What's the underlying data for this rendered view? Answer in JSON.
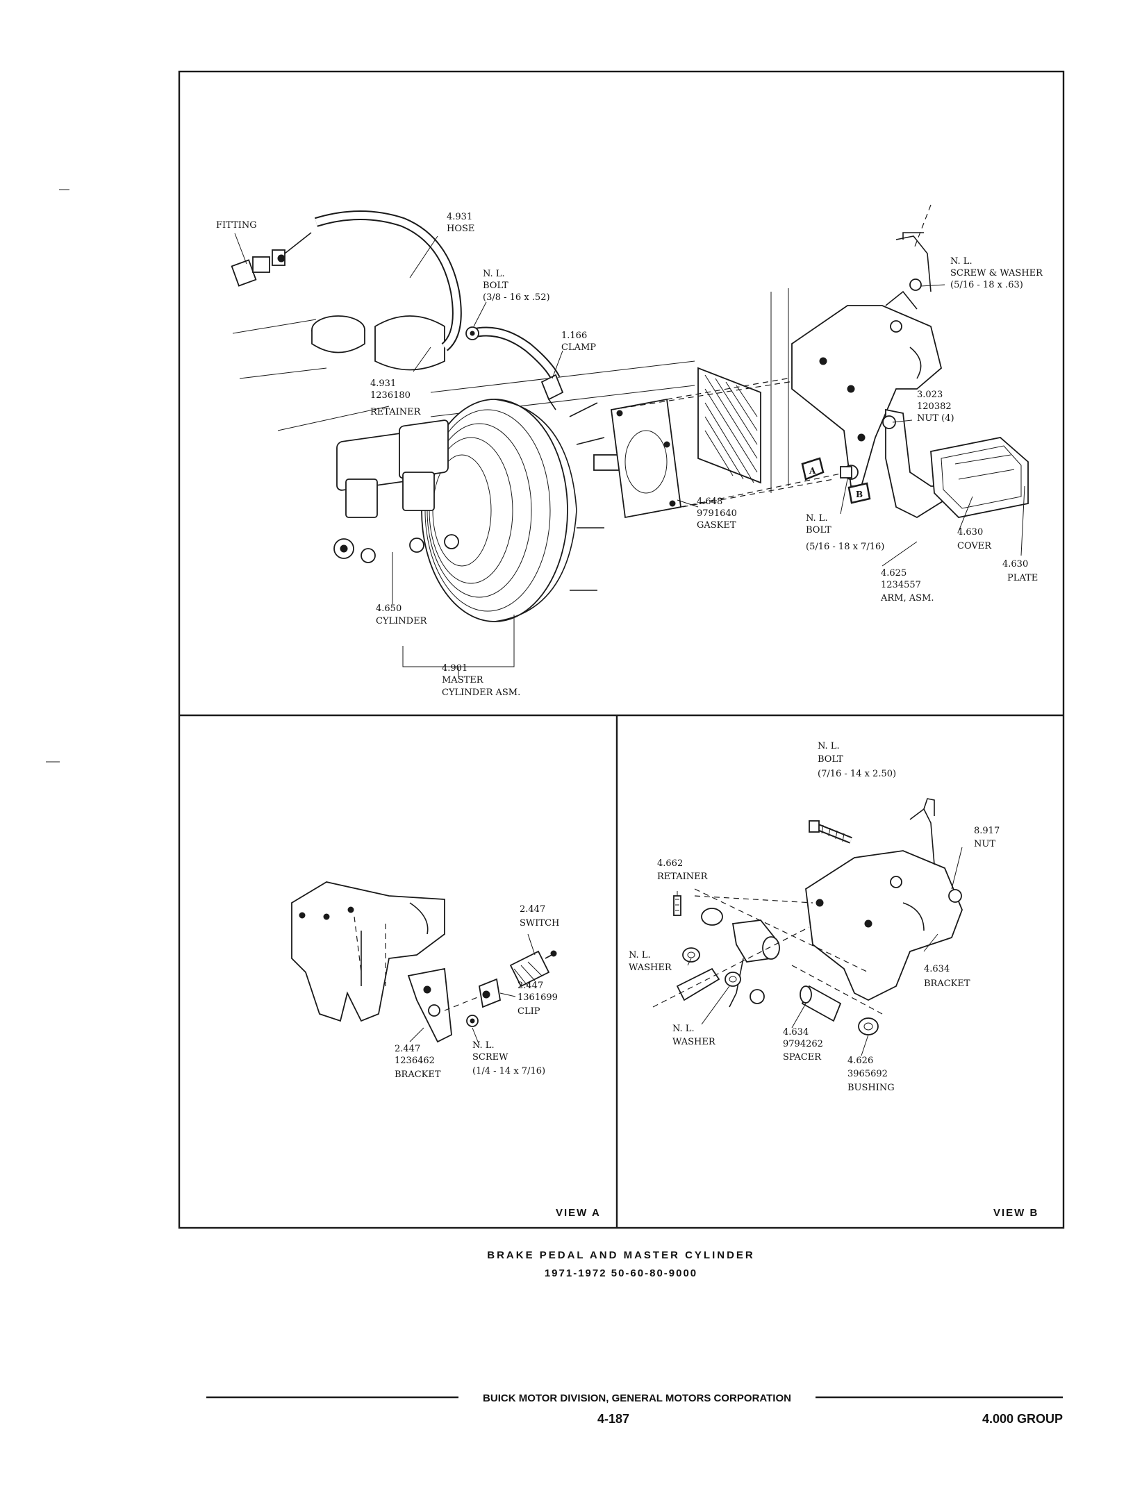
{
  "top_view": {
    "labels": {
      "fitting": [
        "FITTING"
      ],
      "hose": [
        "4.931",
        "HOSE"
      ],
      "bolt_top": [
        "N. L.",
        "BOLT",
        "(3/8 - 16 x .52)"
      ],
      "clamp": [
        "1.166",
        "CLAMP"
      ],
      "retainer": [
        "4.931",
        "1236180",
        "RETAINER"
      ],
      "screw_washer": [
        "N. L.",
        "SCREW & WASHER",
        "(5/16 - 18 x .63)"
      ],
      "nut": [
        "3.023",
        "120382",
        "NUT (4)"
      ],
      "gasket": [
        "4.648",
        "9791640",
        "GASKET"
      ],
      "bolt_pedal": [
        "N. L.",
        "BOLT",
        "(5/16 - 18 x 7/16)"
      ],
      "cover": [
        "4.630",
        "COVER"
      ],
      "plate": [
        "4.630",
        "PLATE"
      ],
      "arm": [
        "4.625",
        "1234557",
        "ARM, ASM."
      ],
      "cylinder": [
        "4.650",
        "CYLINDER"
      ],
      "master_cylinder": [
        "4.901",
        "MASTER",
        "CYLINDER ASM."
      ]
    },
    "markers": {
      "a": "A",
      "b": "B"
    }
  },
  "view_a": {
    "title": "VIEW A",
    "labels": {
      "switch": [
        "2.447",
        "SWITCH"
      ],
      "clip": [
        "2.447",
        "1361699",
        "CLIP"
      ],
      "bracket": [
        "2.447",
        "1236462",
        "BRACKET"
      ],
      "screw": [
        "N. L.",
        "SCREW",
        "(1/4 - 14 x 7/16)"
      ]
    }
  },
  "view_b": {
    "title": "VIEW B",
    "labels": {
      "bolt": [
        "N. L.",
        "BOLT",
        "(7/16 - 14 x 2.50)"
      ],
      "nut": [
        "8.917",
        "NUT"
      ],
      "retainer": [
        "4.662",
        "RETAINER"
      ],
      "washer_left": [
        "N. L.",
        "WASHER"
      ],
      "washer_bottom": [
        "N. L.",
        "WASHER"
      ],
      "bracket": [
        "4.634",
        "BRACKET"
      ],
      "spacer": [
        "4.634",
        "9794262",
        "SPACER"
      ],
      "bushing": [
        "4.626",
        "3965692",
        "BUSHING"
      ]
    }
  },
  "caption": {
    "title": "BRAKE PEDAL AND MASTER CYLINDER",
    "subtitle": "1971-1972 50-60-80-9000"
  },
  "footer": {
    "division": "BUICK MOTOR DIVISION, GENERAL MOTORS CORPORATION",
    "page_number": "4-187",
    "group": "4.000 GROUP"
  }
}
